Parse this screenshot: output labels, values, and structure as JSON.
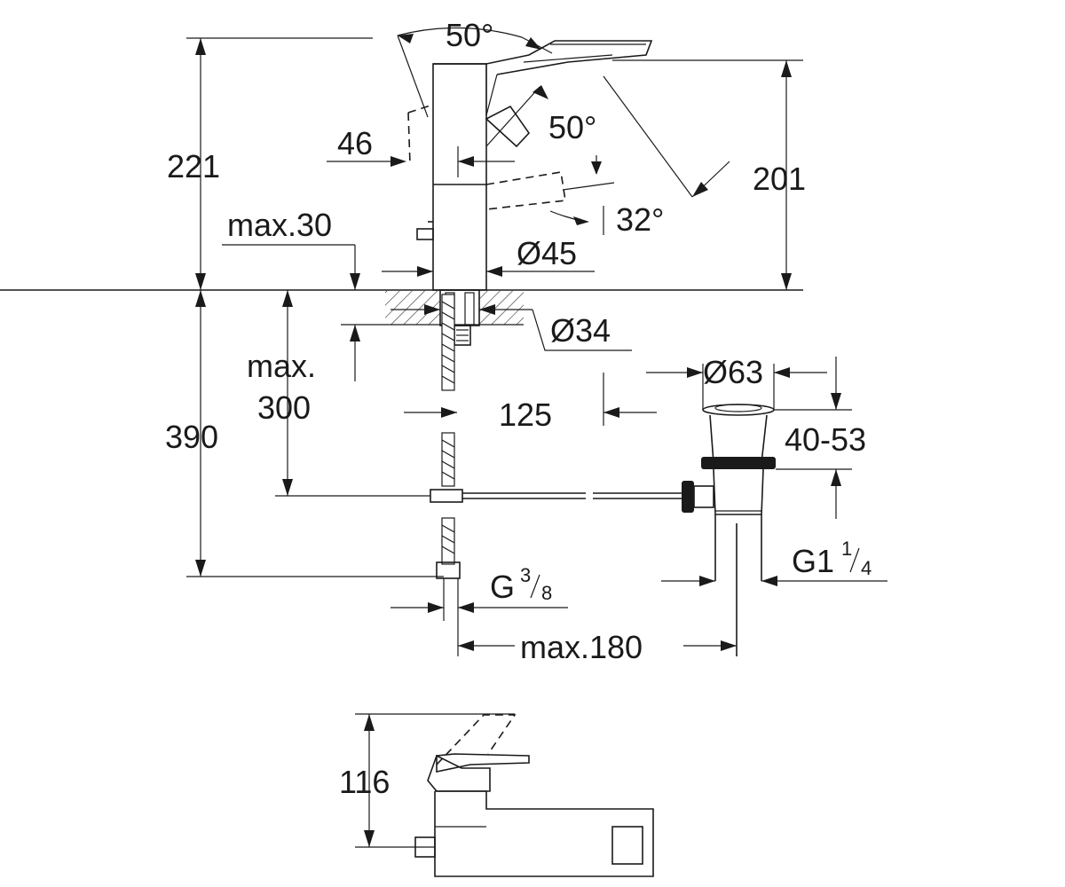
{
  "dimensions": {
    "angle_top": "50°",
    "angle_lever": "50°",
    "angle_spout": "32°",
    "overall_height": "221",
    "spout_height": "201",
    "lever_offset": "46",
    "deck_thickness": "max.30",
    "body_diameter": "Ø45",
    "hole_diameter": "Ø34",
    "hose_depth_line1": "max.",
    "hose_depth_line2": "300",
    "below_deck": "390",
    "drain_offset": "125",
    "waste_diameter": "Ø63",
    "waste_height": "40-53",
    "waste_thread_main": "G1",
    "waste_thread_num": "1",
    "waste_thread_den": "4",
    "supply_thread_main": "G",
    "supply_thread_num": "3",
    "supply_thread_den": "8",
    "max_reach": "max.180",
    "side_height": "116"
  }
}
